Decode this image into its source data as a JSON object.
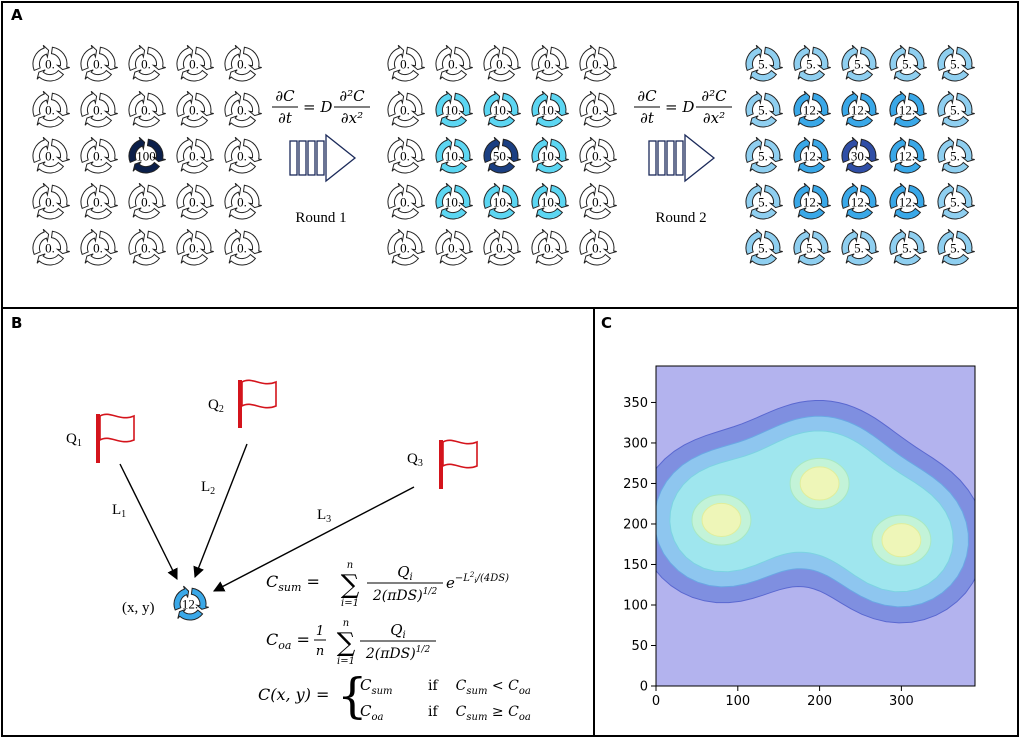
{
  "panels": {
    "a": "A",
    "b": "B",
    "c": "C"
  },
  "colors": {
    "level_0": "#ffffff",
    "level_5": "#8fcff0",
    "level_10": "#5cd6f2",
    "level_12": "#3aa8e8",
    "level_30": "#2f4ea6",
    "level_50": "#1b3f82",
    "level_100": "#0b1f4a",
    "flag": "#d4141c",
    "contour_bg": "#b3b3ee"
  },
  "panel_a": {
    "grids": [
      [
        [
          "0.",
          "0.",
          "0.",
          "0.",
          "0."
        ],
        [
          "0.",
          "0.",
          "0.",
          "0.",
          "0."
        ],
        [
          "0.",
          "0.",
          "100",
          "0.",
          "0."
        ],
        [
          "0.",
          "0.",
          "0.",
          "0.",
          "0."
        ],
        [
          "0.",
          "0.",
          "0.",
          "0.",
          "0."
        ]
      ],
      [
        [
          "0.",
          "0.",
          "0.",
          "0.",
          "0."
        ],
        [
          "0.",
          "10.",
          "10.",
          "10.",
          "0."
        ],
        [
          "0.",
          "10.",
          "50.",
          "10.",
          "0."
        ],
        [
          "0.",
          "10.",
          "10.",
          "10.",
          "0."
        ],
        [
          "0.",
          "0.",
          "0.",
          "0.",
          "0."
        ]
      ],
      [
        [
          "5.",
          "5.",
          "5.",
          "5.",
          "5."
        ],
        [
          "5.",
          "12.",
          "12.",
          "12.",
          "5."
        ],
        [
          "5.",
          "12.",
          "30.",
          "12.",
          "5."
        ],
        [
          "5.",
          "12.",
          "12.",
          "12.",
          "5."
        ],
        [
          "5.",
          "5.",
          "5.",
          "5.",
          "5."
        ]
      ]
    ],
    "rounds": [
      "Round 1",
      "Round 2"
    ],
    "equation": {
      "lhs_num": "∂C",
      "lhs_den": "∂t",
      "eq": "= D",
      "rhs_num": "∂²C",
      "rhs_den": "∂x²"
    }
  },
  "panel_b": {
    "sources": [
      {
        "label": "Q",
        "sub": "1",
        "line": "L",
        "line_sub": "1"
      },
      {
        "label": "Q",
        "sub": "2",
        "line": "L",
        "line_sub": "2"
      },
      {
        "label": "Q",
        "sub": "3",
        "line": "L",
        "line_sub": "3"
      }
    ],
    "target_label": "(x, y)",
    "target_value": "12.",
    "formulas": {
      "c_sum_lhs": "C_sum =",
      "c_sum_frac_num": "Q_i",
      "c_sum_frac_den": "2(πDS)^1/2",
      "c_sum_exp": "e^(−L_i²/(4DS))",
      "c_oa_lhs": "C_oa =",
      "c_oa_prefix": "1/n",
      "piece_lhs": "C(x, y) =",
      "case1_val": "C_sum",
      "case1_cond": "if   C_sum < C_oa",
      "case2_val": "C_oa",
      "case2_cond": "if   C_sum ≥ C_oa"
    }
  },
  "panel_c": {
    "chart_data": {
      "type": "contour",
      "x_ticks": [
        "0",
        "100",
        "200",
        "300"
      ],
      "y_ticks": [
        "0",
        "50",
        "100",
        "150",
        "200",
        "250",
        "300",
        "350"
      ],
      "xlim": [
        0,
        390
      ],
      "ylim": [
        0,
        395
      ],
      "sources": [
        {
          "x": 80,
          "y": 205
        },
        {
          "x": 200,
          "y": 250
        },
        {
          "x": 300,
          "y": 180
        }
      ],
      "levels": [
        "#7f8fe0",
        "#8ec6ef",
        "#9fe6ee",
        "#c3f3d8",
        "#eef6b8"
      ]
    }
  }
}
